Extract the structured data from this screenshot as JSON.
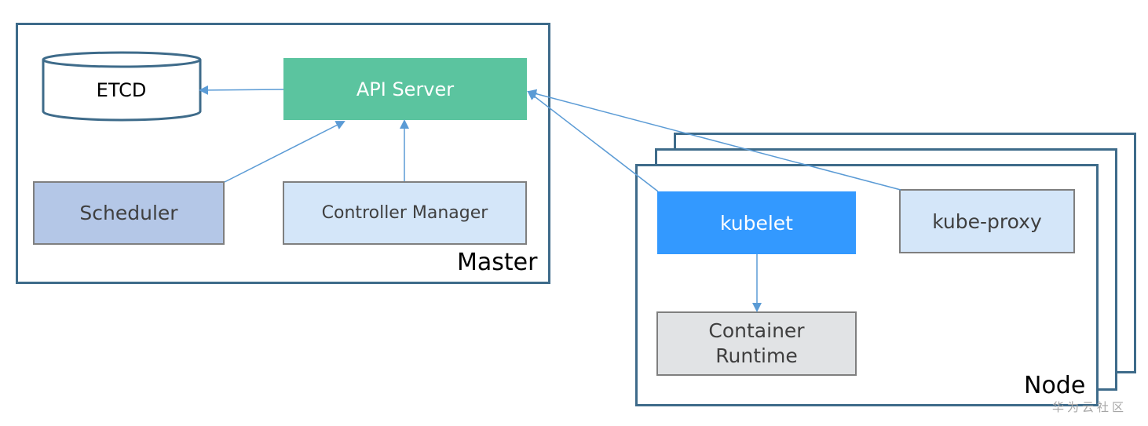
{
  "master": {
    "label": "Master",
    "etcd": "ETCD",
    "api_server": "API Server",
    "scheduler": "Scheduler",
    "controller_manager": "Controller Manager"
  },
  "node": {
    "label": "Node",
    "kubelet": "kubelet",
    "kube_proxy": "kube-proxy",
    "container_runtime_line1": "Container",
    "container_runtime_line2": "Runtime"
  },
  "watermark": "华为云社区",
  "colors": {
    "frame_border": "#3e6b8a",
    "arrow": "#5b9bd5",
    "api_server": "#5bc49f",
    "kubelet": "#3399ff",
    "scheduler": "#b4c7e7",
    "light_blue": "#d4e6f9",
    "gray": "#e1e3e5"
  }
}
